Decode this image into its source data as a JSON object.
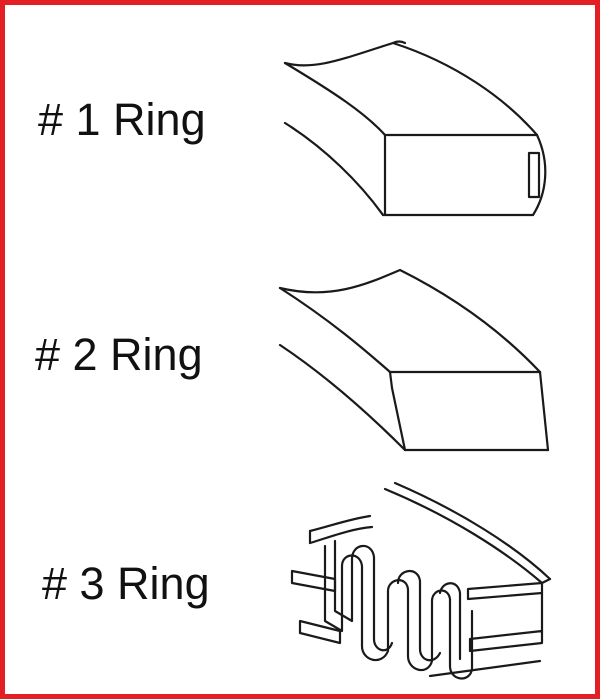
{
  "frame": {
    "border_color": "#e41e25",
    "background": "#ffffff"
  },
  "rings": [
    {
      "label": "# 1 Ring",
      "icon": "compression-ring-barrel-face-icon"
    },
    {
      "label": "# 2 Ring",
      "icon": "compression-ring-taper-face-icon"
    },
    {
      "label": "# 3 Ring",
      "icon": "oil-control-ring-expander-icon"
    }
  ]
}
